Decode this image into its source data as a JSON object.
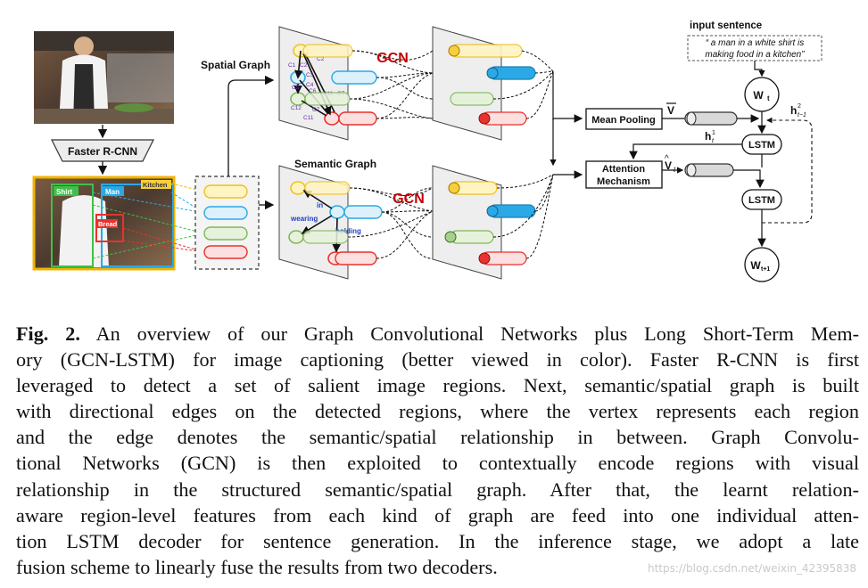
{
  "diagram": {
    "faster_rcnn": "Faster R-CNN",
    "spatial_graph": "Spatial Graph",
    "semantic_graph": "Semantic Graph",
    "gcn": "GCN",
    "input_sentence_title": "input sentence",
    "input_sentence_line1": "“ a man in a white shirt is",
    "input_sentence_line2": "making food in a kitchen”",
    "region_labels": {
      "shirt": "Shirt",
      "man": "Man",
      "kitchen": "Kitchen",
      "bread": "Bread"
    },
    "mean_pooling": "Mean Pooling",
    "attention_line1": "Attention",
    "attention_line2": "Mechanism",
    "lstm_top": "LSTM",
    "lstm_bottom": "LSTM",
    "wt": "W",
    "wt_sub": "t",
    "wt1": "W",
    "wt1_sub": "t+1",
    "v_bar": "V",
    "v_hat": "V",
    "v_hat_sub": "t",
    "h1_base": "h",
    "h1_sup": "1",
    "h1_sub": "t",
    "h2_base": "h",
    "h2_sup": "2",
    "h2_sub": "t−1",
    "spatial_edge_labels": [
      "C1",
      "C2",
      "C2",
      "C3",
      "C4",
      "C5",
      "C6",
      "C7",
      "C11",
      "C12",
      "C7",
      "C11"
    ],
    "semantic_edge_labels": {
      "in": "in",
      "wearing": "wearing",
      "holding": "holding"
    },
    "colors": {
      "yellow": "#f7cf3c",
      "blue": "#2aa9e6",
      "green": "#a8d08d",
      "red": "#e8322e",
      "gcn": "#c00000"
    }
  },
  "caption": {
    "label": "Fig. 2.",
    "lines": [
      " An overview of our Graph Convolutional Networks plus Long Short-Term Mem-",
      "ory (GCN-LSTM) for image captioning (better viewed in color). Faster R-CNN is first",
      "leveraged to detect a set of salient image regions. Next, semantic/spatial graph is built",
      "with directional edges on the detected regions, where the vertex represents each region",
      "and the edge denotes the semantic/spatial relationship in between. Graph Convolu-",
      "tional Networks (GCN) is then exploited to contextually encode regions with visual",
      "relationship in the structured semantic/spatial graph. After that, the learnt relation-",
      "aware region-level features from each kind of graph are feed into one individual atten-",
      "tion LSTM decoder for sentence generation. In the inference stage, we adopt a late",
      "fusion scheme to linearly fuse the results from two decoders."
    ]
  },
  "watermark": "https://blog.csdn.net/weixin_42395838"
}
